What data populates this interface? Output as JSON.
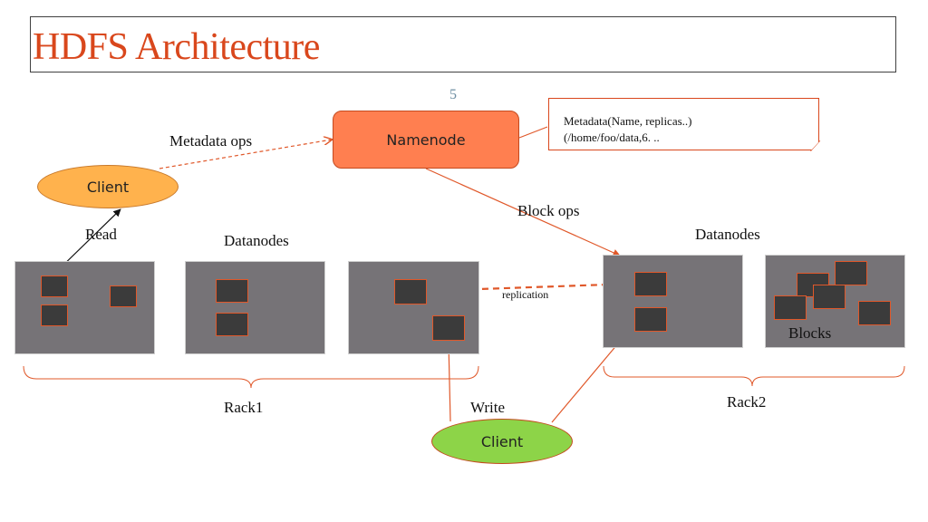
{
  "title": "HDFS Architecture",
  "slide_number": "5",
  "namenode": {
    "label": "Namenode"
  },
  "metadata_note": {
    "line1": "Metadata(Name, replicas..)",
    "line2": "(/home/foo/data,6. .."
  },
  "clients": {
    "read": "Client",
    "write": "Client"
  },
  "labels": {
    "metadata_ops": "Metadata ops",
    "block_ops": "Block ops",
    "read": "Read",
    "write": "Write",
    "replication": "replication",
    "datanodes_left": "Datanodes",
    "datanodes_right": "Datanodes",
    "blocks": "Blocks",
    "rack1": "Rack1",
    "rack2": "Rack2"
  },
  "colors": {
    "title": "#d9471c",
    "namenode": "#ff7f50",
    "client_read": "#ffb24d",
    "client_write": "#8dd448",
    "datanode": "#767377",
    "block": "#3b3b3b",
    "arrow": "#e0582a"
  }
}
